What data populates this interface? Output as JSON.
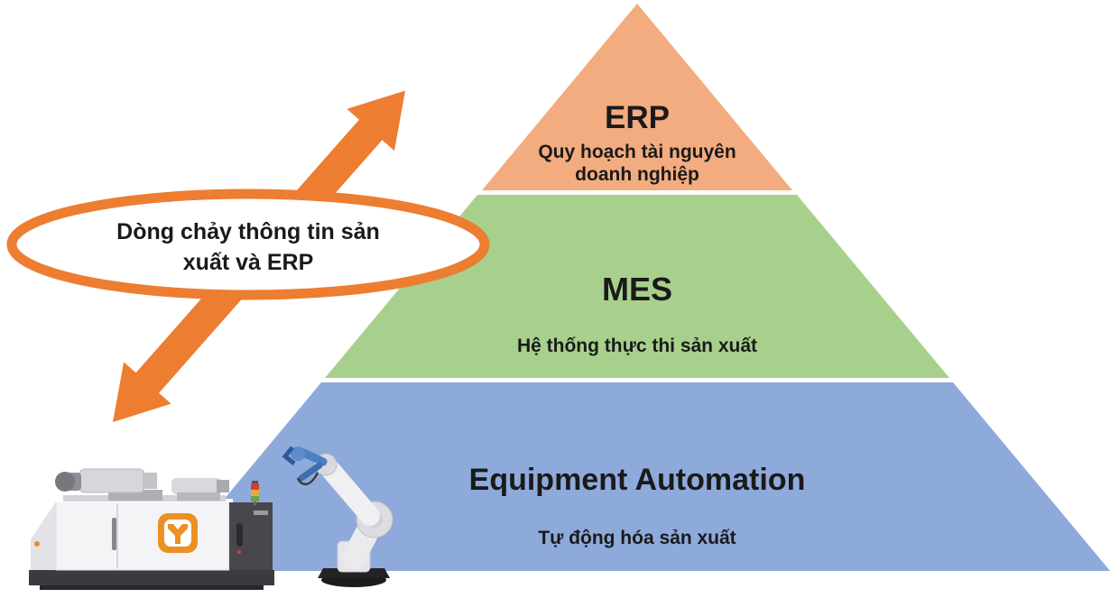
{
  "diagram_title": "Automation pyramid (ERP / MES / Equipment Automation)",
  "callout": {
    "label": "Dòng chảy thông tin sản xuất và ERP",
    "line1": "Dòng chảy thông tin sản",
    "line2": "xuất và ERP"
  },
  "pyramid": {
    "tiers": [
      {
        "id": "erp",
        "title": "ERP",
        "subtitle": "Quy hoạch tài nguyên doanh nghiệp",
        "subtitle_line1": "Quy hoạch tài nguyên",
        "subtitle_line2": "doanh nghiệp"
      },
      {
        "id": "mes",
        "title": "MES",
        "subtitle": "Hệ thống thực thi sản xuất"
      },
      {
        "id": "equipment-automation",
        "title": "Equipment Automation",
        "subtitle": "Tự động hóa sản xuất"
      }
    ]
  },
  "colors": {
    "accent_orange": "#ED7D31",
    "tier_erp_fill": "#F3AC7F",
    "tier_mes_fill": "#A8D08D",
    "tier_equipment_fill": "#8EAADB",
    "text_color": "#1a1a1a",
    "machine_logo_orange": "#EB9025",
    "robot_gripper_blue": "#4D7FC4"
  },
  "illustrations": [
    {
      "name": "industrial-machine",
      "description": "white machine with orange logo, dark control panel and stack light"
    },
    {
      "name": "robot-arm",
      "description": "white articulated robot arm with blue gripper on black base"
    }
  ]
}
